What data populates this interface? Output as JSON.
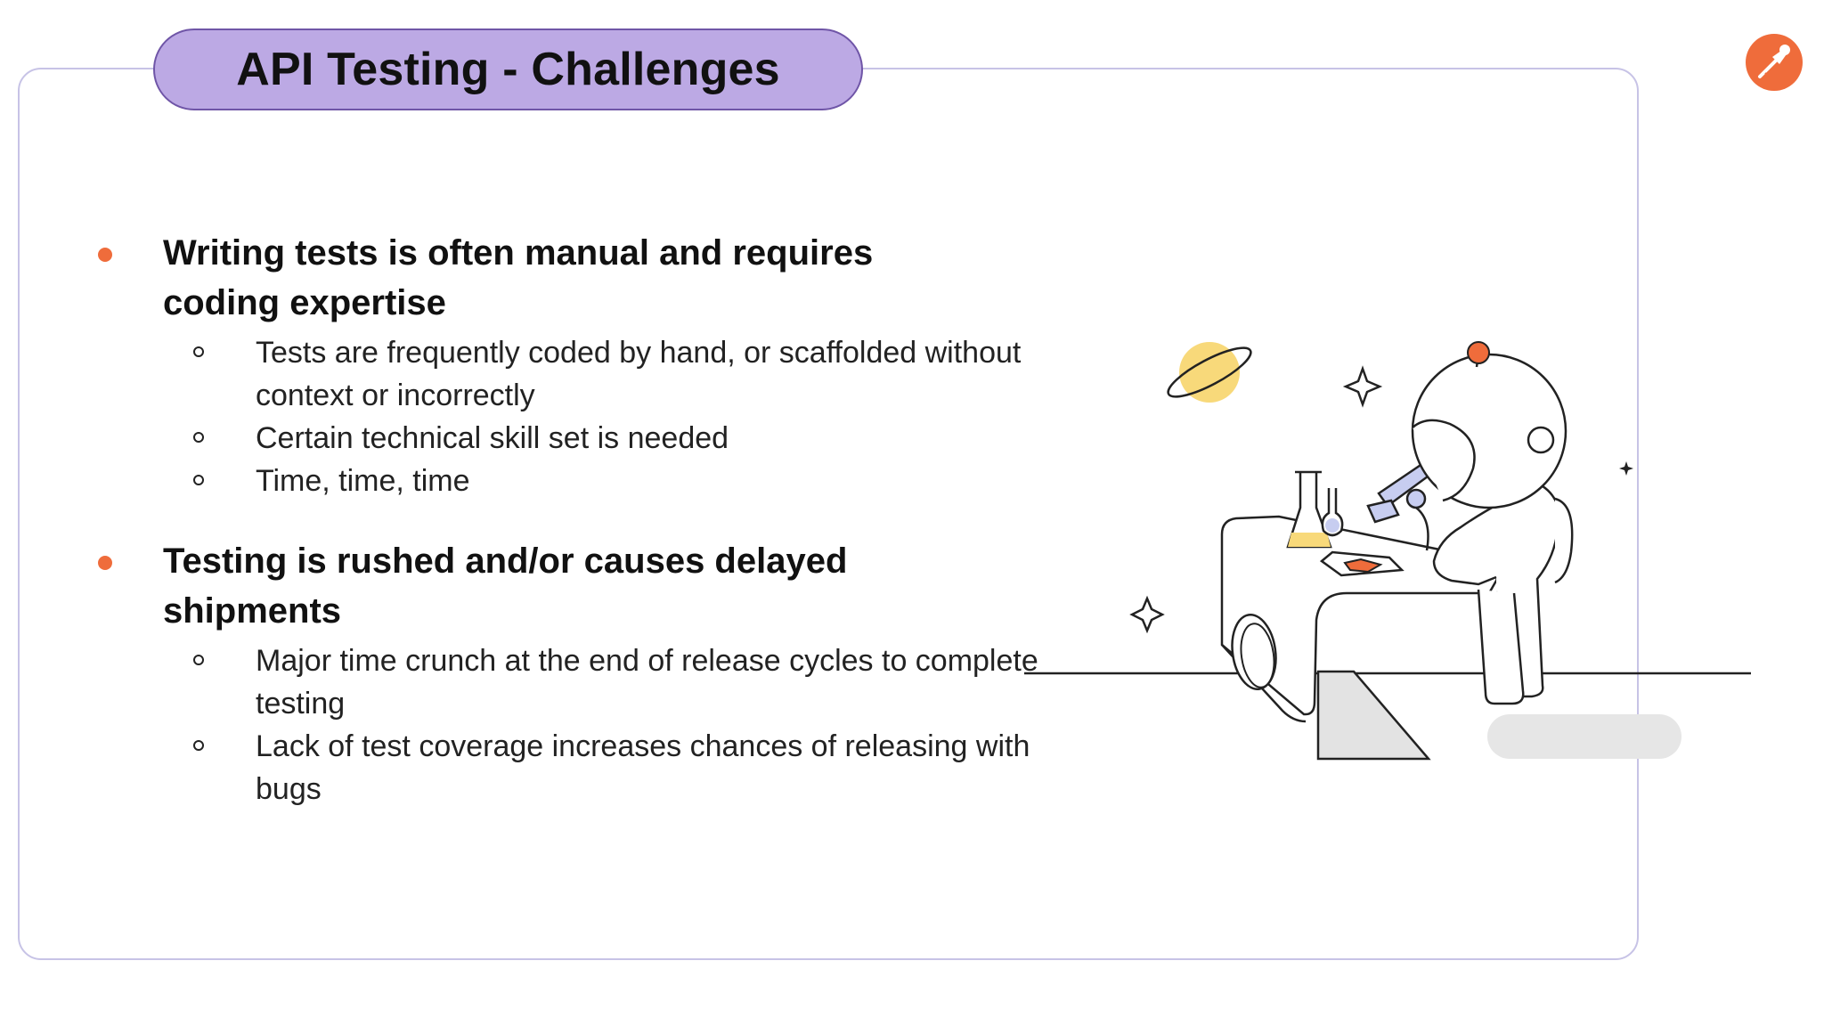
{
  "slide": {
    "title": "API Testing - Challenges",
    "accent_color": "#ef6c3b",
    "title_pill_color": "#bca9e4",
    "frame_color": "#c7c3e6",
    "logo_icon": "postman-logo-icon",
    "sections": [
      {
        "heading": "Writing tests is often manual and requires coding expertise",
        "items": [
          "Tests are frequently coded by hand, or scaffolded without context or incorrectly",
          "Certain technical skill set is needed",
          "Time, time, time"
        ]
      },
      {
        "heading": "Testing is rushed and/or causes delayed shipments",
        "items": [
          "Major time crunch at the end of release cycles to complete testing",
          "Lack of test coverage increases chances of releasing with bugs"
        ]
      }
    ],
    "illustration": "astronaut-microscope-illustration"
  }
}
